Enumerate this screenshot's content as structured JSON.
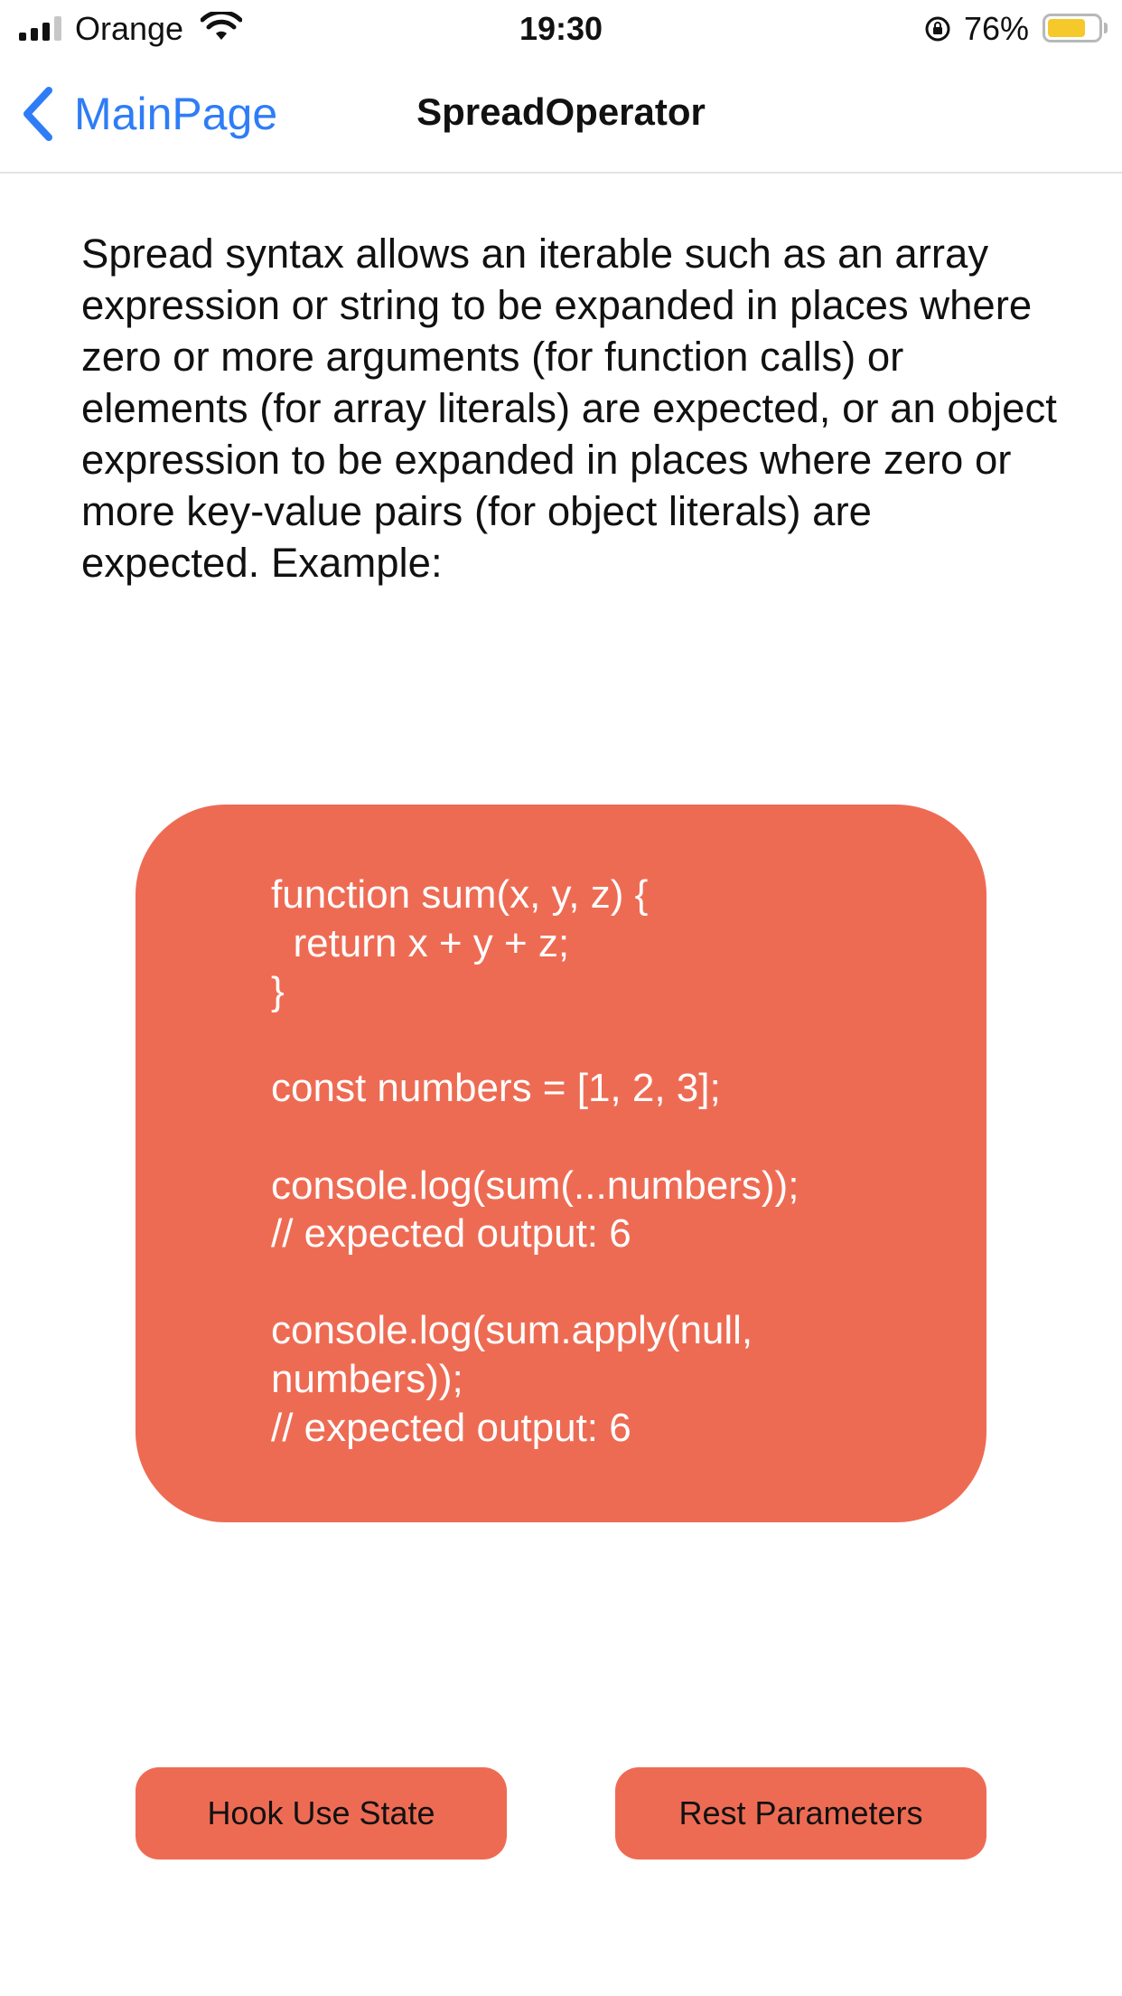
{
  "status_bar": {
    "carrier": "Orange",
    "time": "19:30",
    "battery_percent": "76%",
    "battery_level": 0.76,
    "icons": [
      "signal-icon",
      "wifi-icon",
      "rotation-lock-icon",
      "battery-icon"
    ]
  },
  "nav": {
    "back_label": "MainPage",
    "title": "SpreadOperator",
    "back_icon": "chevron-left-icon"
  },
  "content": {
    "description": "Spread syntax allows an iterable such as an array expression or string to be expanded in places where zero or more arguments (for function calls) or elements (for array literals) are expected, or an object expression to be expanded in places where zero or more key-value pairs (for object literals) are expected. Example:",
    "code": "function sum(x, y, z) {\n  return x + y + z;\n}\n\nconst numbers = [1, 2, 3];\n\nconsole.log(sum(...numbers));\n// expected output: 6\n\nconsole.log(sum.apply(null, numbers));\n// expected output: 6"
  },
  "buttons": {
    "left_label": "Hook Use State",
    "right_label": "Rest Parameters"
  },
  "colors": {
    "accent": "#ee6b53",
    "link": "#2f7df6",
    "battery": "#f5c92a"
  }
}
